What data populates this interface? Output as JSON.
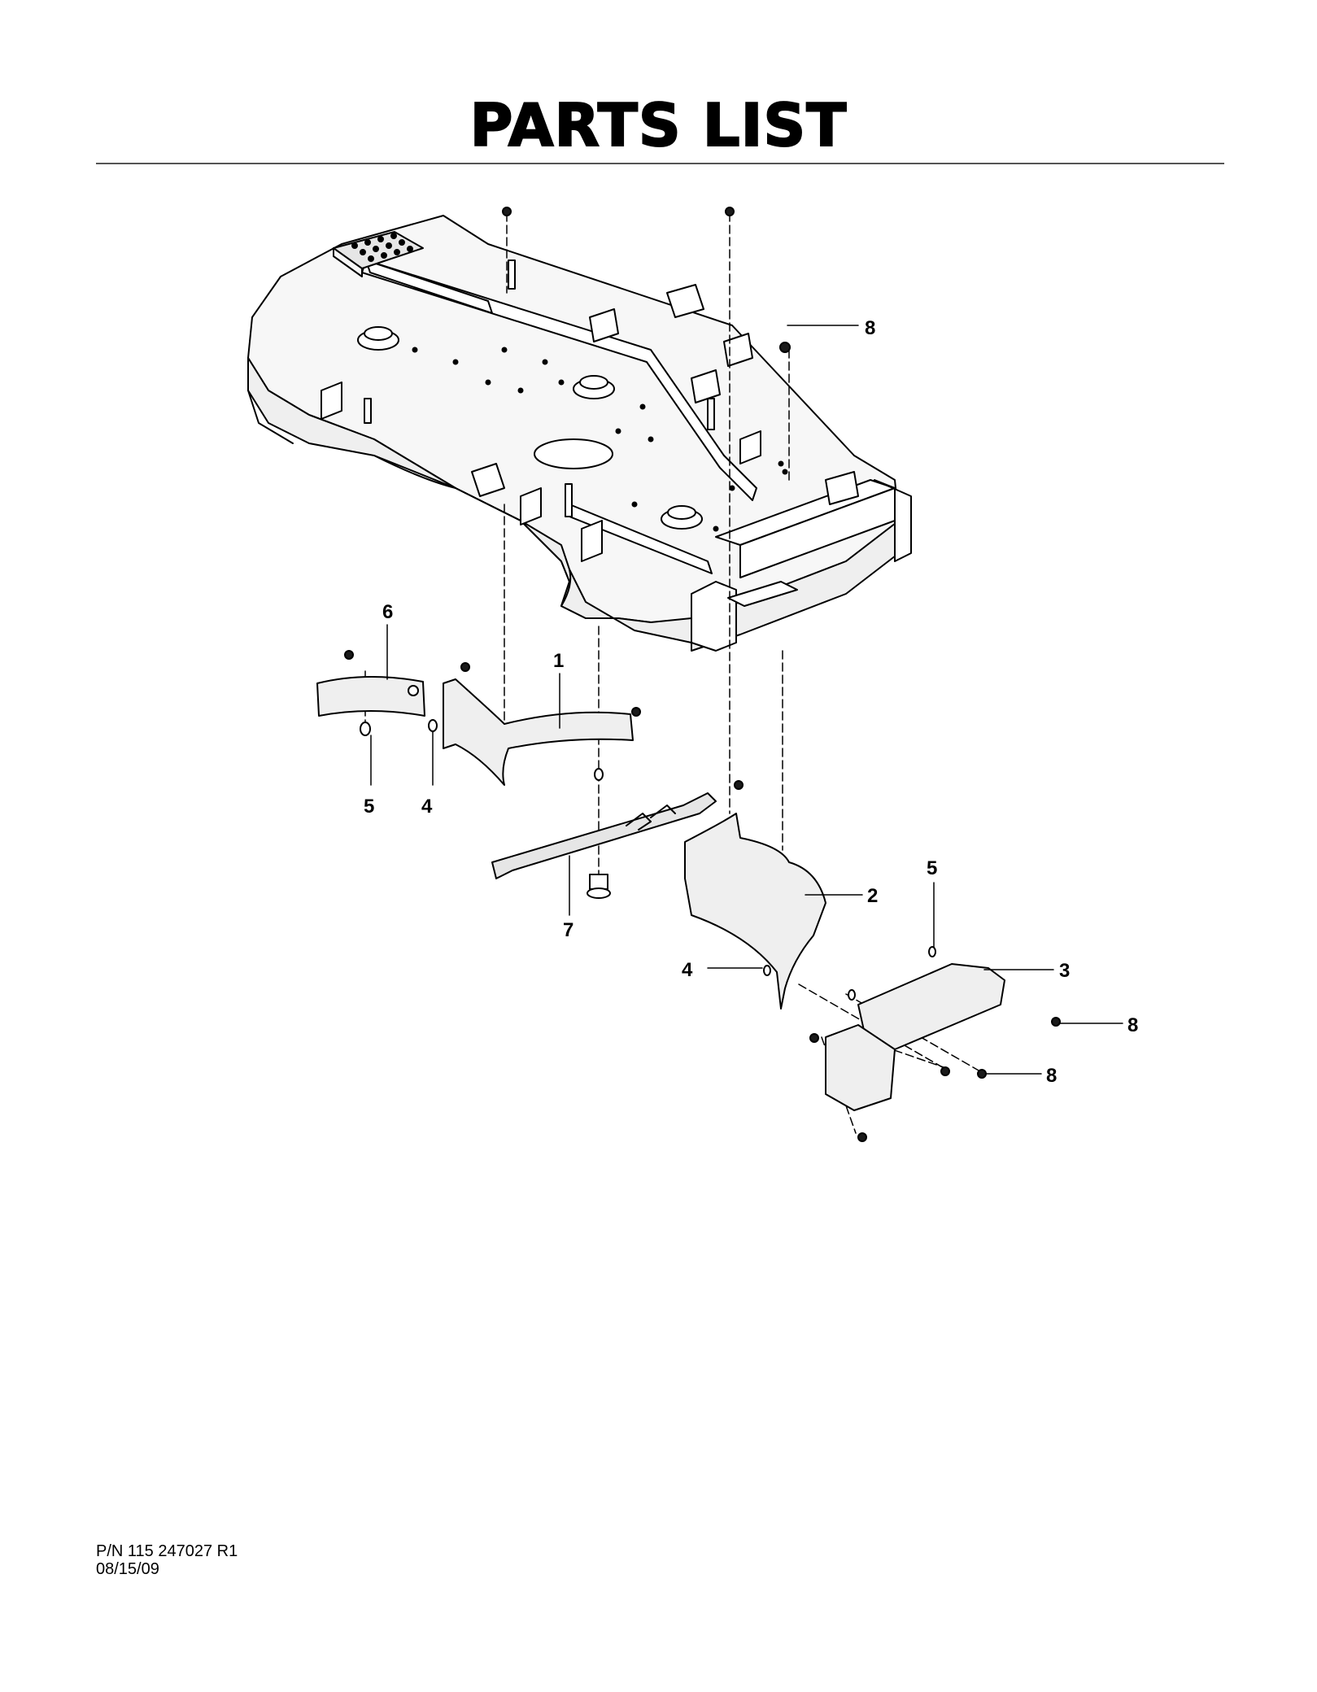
{
  "header": {
    "title": "PARTS LIST"
  },
  "callouts": {
    "c1": "1",
    "c2": "2",
    "c3": "3",
    "c4a": "4",
    "c4b": "4",
    "c5a": "5",
    "c5b": "5",
    "c6": "6",
    "c7": "7",
    "c8a": "8",
    "c8b": "8",
    "c8c": "8"
  },
  "footer": {
    "part_number": "P/N 115 247027 R1",
    "date": "08/15/09"
  }
}
